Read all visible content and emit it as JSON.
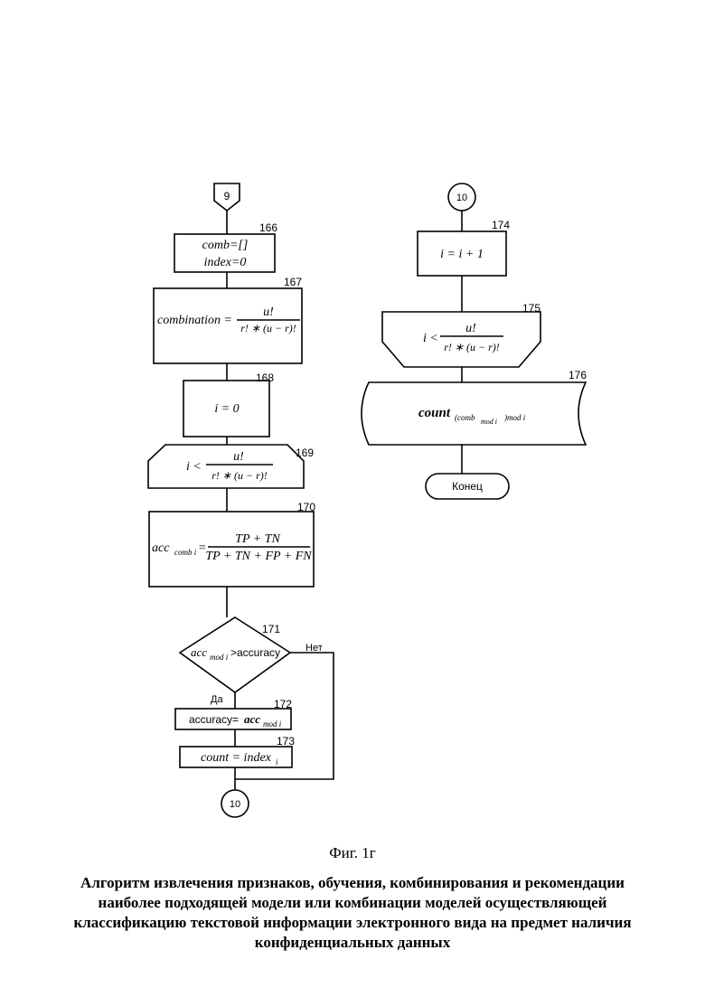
{
  "nodes": {
    "n9": {
      "connector": "9"
    },
    "n166": {
      "id": "166",
      "line1": "comb=[]",
      "line2": "index=0"
    },
    "n167": {
      "id": "167",
      "lhs": "combination =",
      "num": "u!",
      "den": "r! ∗ (u − r)!"
    },
    "n168": {
      "id": "168",
      "text": "i = 0"
    },
    "n169": {
      "id": "169",
      "lhs": "i <",
      "num": "u!",
      "den": "r! ∗ (u − r)!"
    },
    "n170": {
      "id": "170",
      "lhs_main": "acc",
      "lhs_sub": "comb i",
      "eq": "=",
      "num": "TP + TN",
      "den": "TP + TN + FP + FN"
    },
    "n171": {
      "id": "171",
      "main": "acc",
      "sub": "mod i",
      "rest": ">accuracy",
      "yes": "Да",
      "no": "Нет"
    },
    "n172": {
      "id": "172",
      "left": "accuracy=",
      "main": "acc",
      "sub": "mod i"
    },
    "n173": {
      "id": "173",
      "left": "count = index",
      "sub": "i"
    },
    "n10a": {
      "connector": "10"
    },
    "n10b": {
      "connector": "10"
    },
    "n174": {
      "id": "174",
      "text": "i = i + 1"
    },
    "n175": {
      "id": "175",
      "lhs": "i <",
      "num": "u!",
      "den": "r! ∗ (u − r)!"
    },
    "n176": {
      "id": "176",
      "main": "count",
      "sub1": "(comb",
      "sub2": "mod i",
      "sub3": ")mod i"
    },
    "end": {
      "text": "Конец"
    }
  },
  "figure": {
    "label": "Фиг. 1г",
    "caption": "Алгоритм извлечения признаков, обучения, комбинирования и рекомендации наиболее подходящей модели или комбинации моделей осуществляющей классификацию текстовой информации электронного вида на предмет наличия конфиденциальных данных"
  }
}
